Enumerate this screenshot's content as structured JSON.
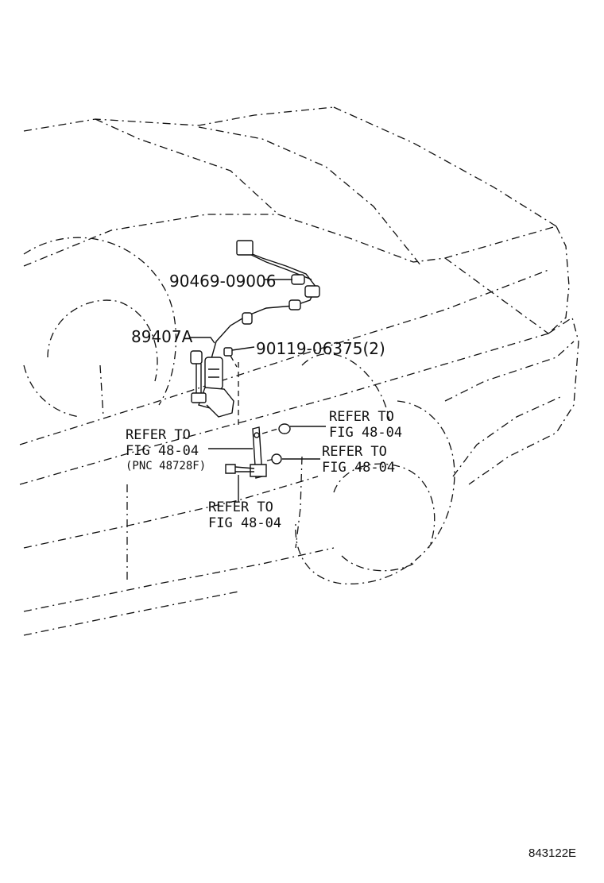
{
  "parts": {
    "p1": "90469-09006",
    "p2": "89407A",
    "p3": "90119-06375(2)"
  },
  "refs": {
    "r1_line1": "REFER TO",
    "r1_line2": "FIG 48-04",
    "r2_line1": "REFER TO",
    "r2_line2": "FIG 48-04",
    "r2_line3": "(PNC 48728F)",
    "r3_line1": "REFER TO",
    "r3_line2": "FIG 48-04",
    "r4_line1": "REFER TO",
    "r4_line2": "FIG 48-04"
  },
  "figure_code": "843122E"
}
